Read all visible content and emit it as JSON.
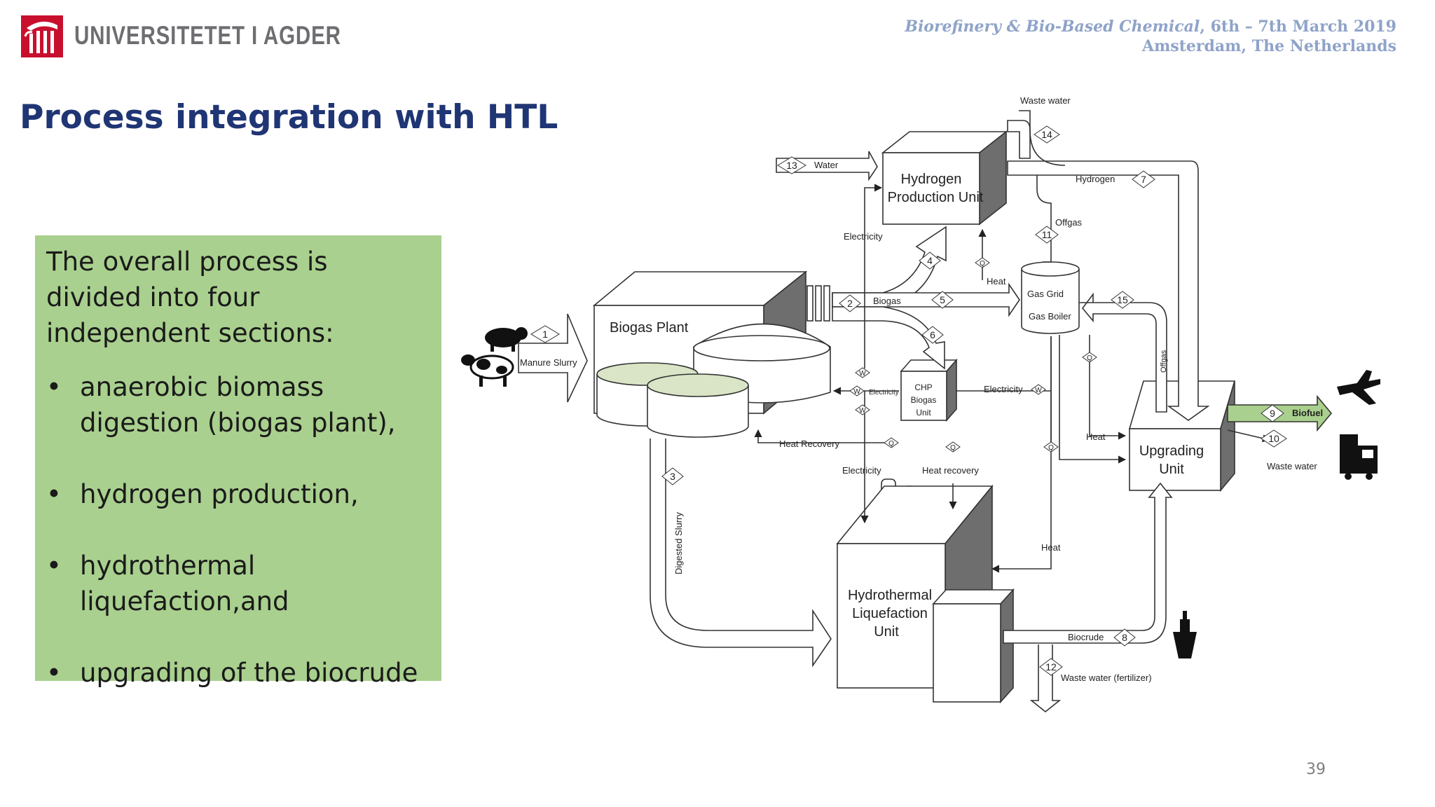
{
  "header": {
    "university": "UNIVERSITETET I AGDER",
    "conference_line1_italic": "Biorefinery & Bio-Based Chemical",
    "conference_line1_rest": ", 6th – 7th March 2019",
    "conference_line2": "Amsterdam, The Netherlands"
  },
  "slide": {
    "title": "Process integration with HTL",
    "intro": "The overall process is divided into four independent sections:",
    "bullets": [
      "anaerobic biomass digestion (biogas plant),",
      "hydrogen production,",
      "hydrothermal liquefaction,and",
      "upgrading of the biocrude"
    ],
    "page_number": "39"
  },
  "diagram": {
    "units": {
      "biogas_plant": "Biogas Plant",
      "hydrogen_line1": "Hydrogen",
      "hydrogen_line2": "Production Unit",
      "htl_line1": "Hydrothermal",
      "htl_line2": "Liquefaction",
      "htl_line3": "Unit",
      "upgrading_line1": "Upgrading",
      "upgrading_line2": "Unit",
      "chp_line1": "CHP",
      "chp_line2": "Biogas",
      "chp_line3": "Unit",
      "gas_grid": "Gas Grid",
      "gas_boiler": "Gas Boiler"
    },
    "streams": {
      "manure_slurry": "Manure Slurry",
      "water": "Water",
      "waste_water_top": "Waste water",
      "hydrogen": "Hydrogen",
      "offgas": "Offgas",
      "offgas_vertical": "Offgas",
      "electricity_top": "Electricity",
      "heat_top": "Heat",
      "biogas": "Biogas",
      "electricity_chp": "Electricity",
      "electricity_right": "Electricity",
      "heat_recovery_left": "Heat Recovery",
      "electricity_bottom": "Electricity",
      "heat_recovery_bottom": "Heat recovery",
      "heat_right": "Heat",
      "heat_mid": "Heat",
      "biofuel": "Biofuel",
      "waste_water_right": "Waste water",
      "biocrude": "Biocrude",
      "waste_water_fertilizer": "Waste water (fertilizer)",
      "digested_slurry": "Digested Slurry"
    },
    "stream_numbers": [
      "1",
      "2",
      "3",
      "4",
      "5",
      "6",
      "7",
      "8",
      "9",
      "10",
      "11",
      "12",
      "13",
      "14",
      "15"
    ],
    "energy_tags": {
      "w": "W",
      "q": "Q"
    },
    "icons": [
      "pig-icon",
      "cow-icon",
      "airplane-icon",
      "truck-icon",
      "ship-icon"
    ]
  }
}
